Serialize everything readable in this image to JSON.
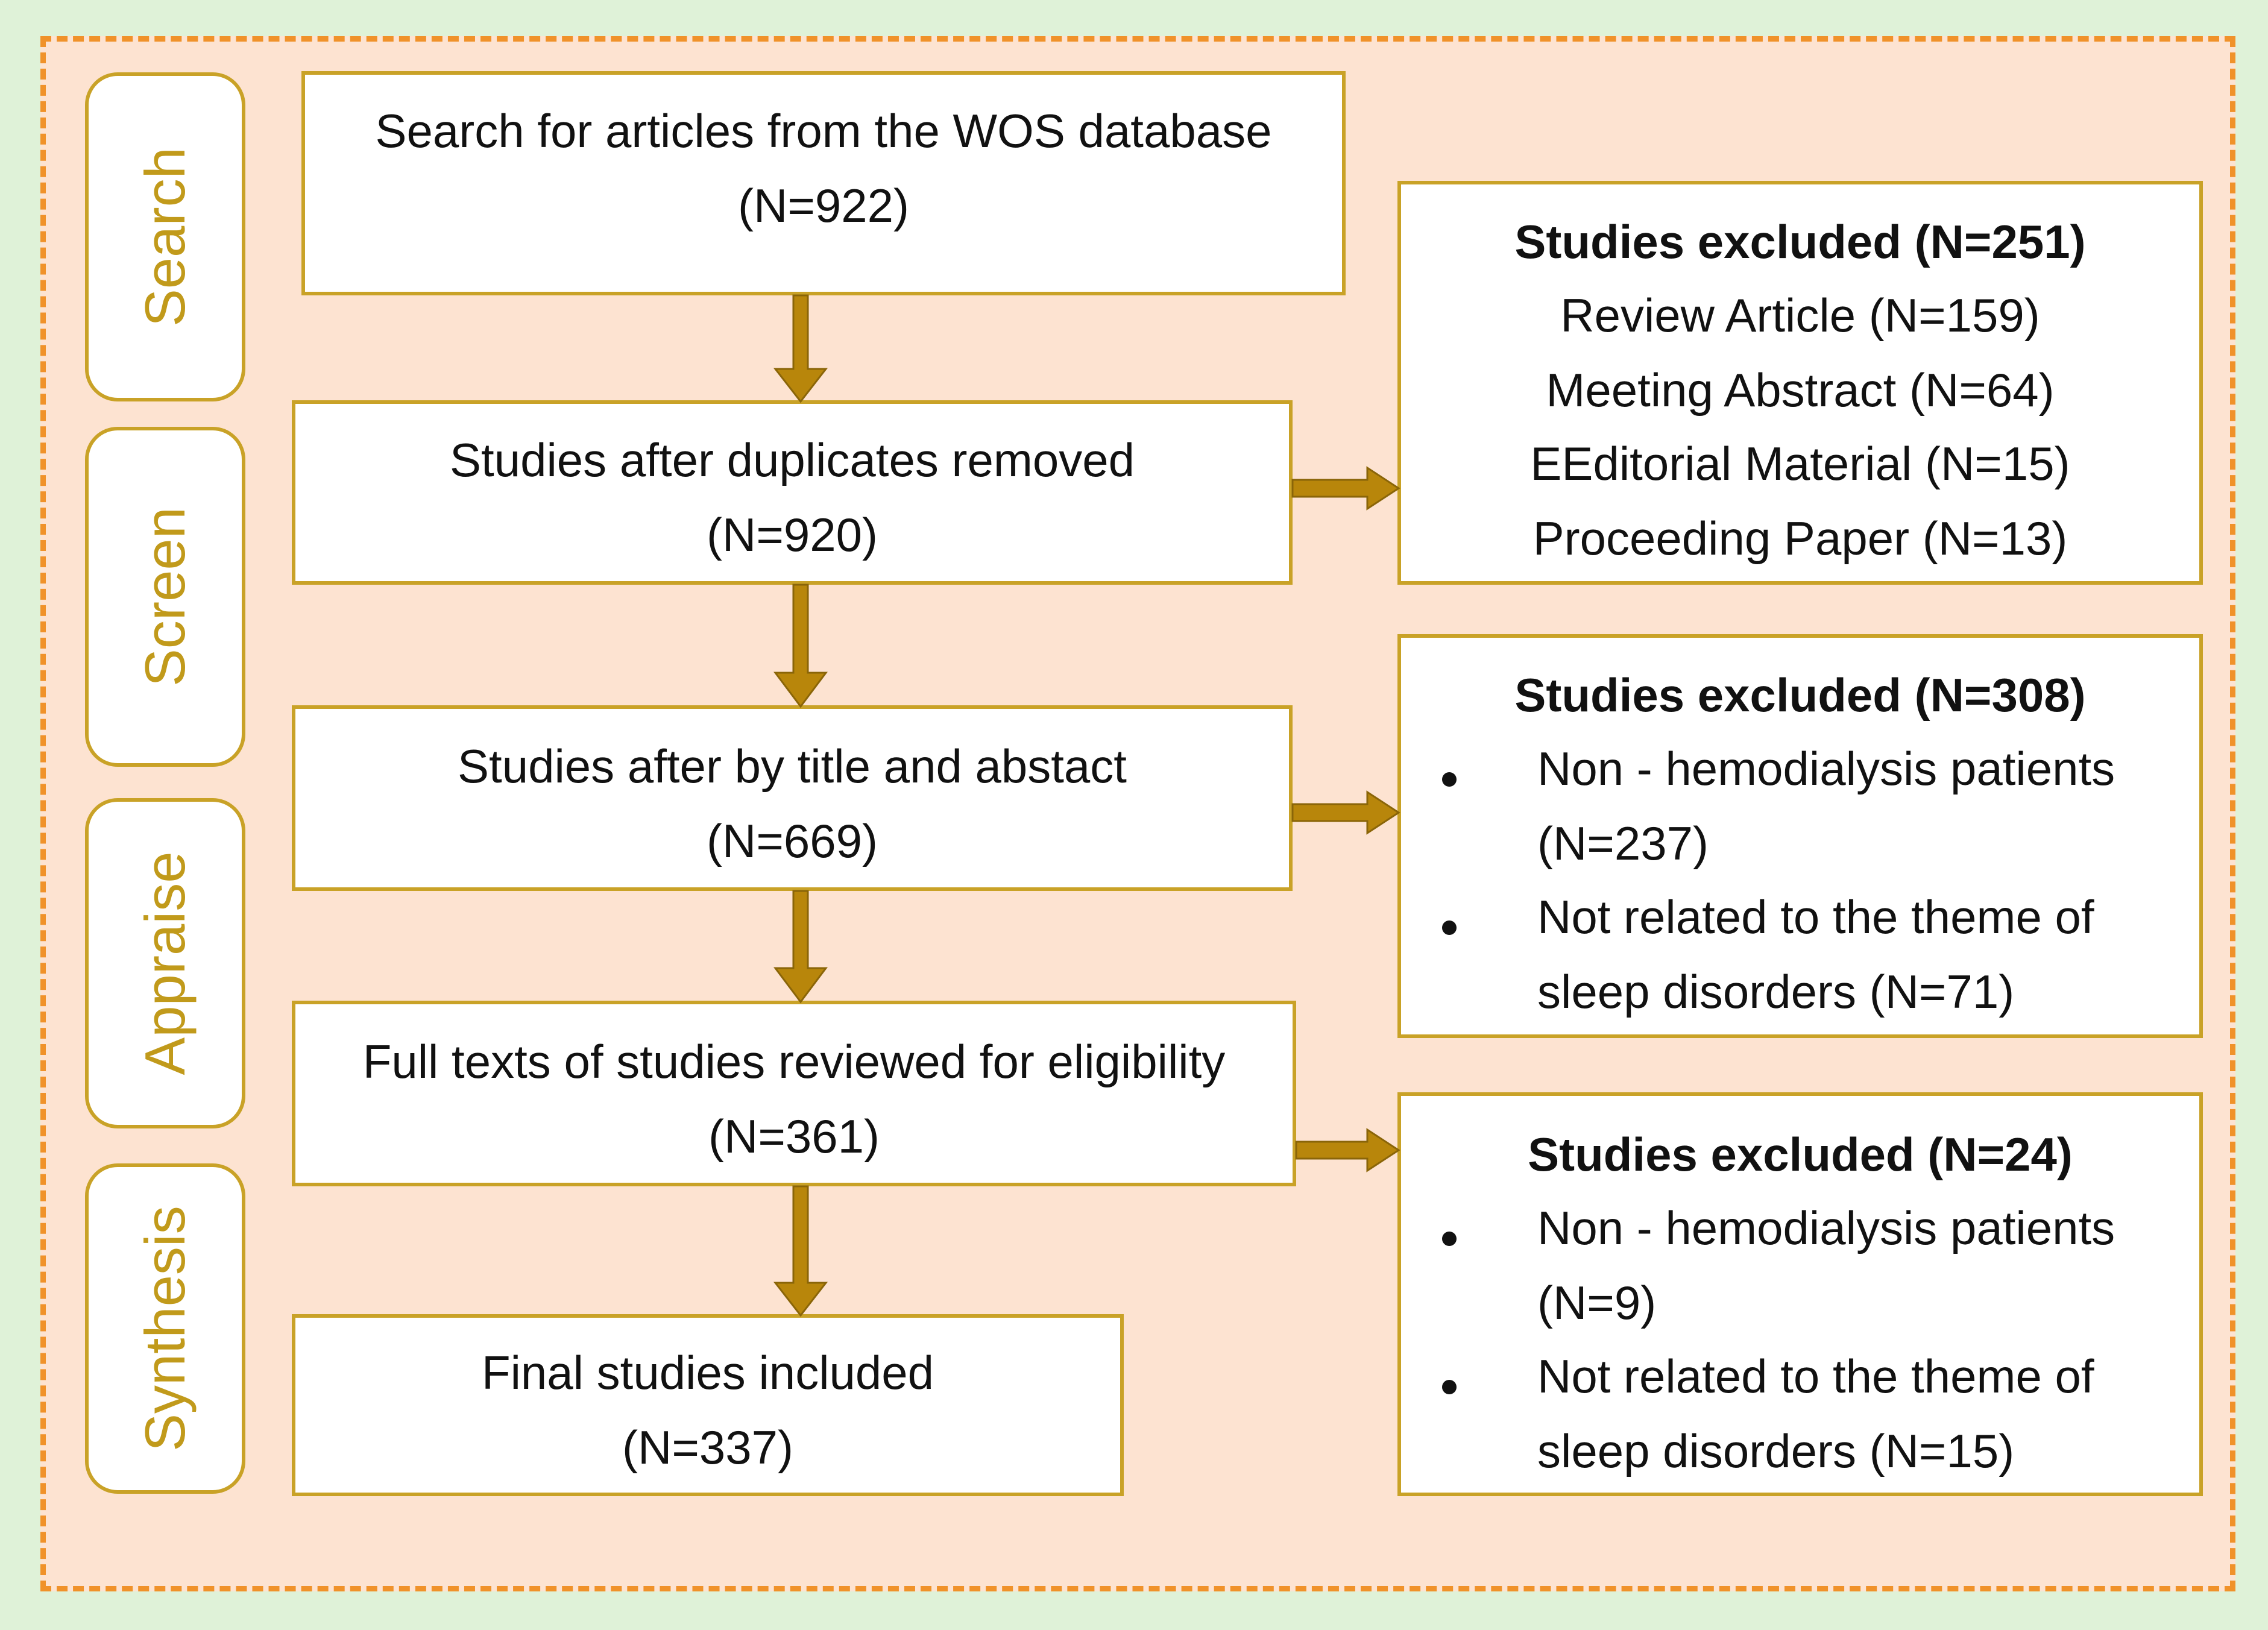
{
  "stages": [
    {
      "id": "search",
      "label": "Search"
    },
    {
      "id": "screen",
      "label": "Screen"
    },
    {
      "id": "appraise",
      "label": "Appraise"
    },
    {
      "id": "synthesis",
      "label": "Synthesis"
    }
  ],
  "main_boxes": [
    {
      "id": "search",
      "title": "Search for articles from the WOS database",
      "count": "(N=922)"
    },
    {
      "id": "duplicates",
      "title": "Studies after duplicates removed",
      "count": "(N=920)"
    },
    {
      "id": "title-abstract",
      "title": "Studies after by title and abstact",
      "count": "(N=669)"
    },
    {
      "id": "full-text",
      "title": "Full texts of studies reviewed for eligibility",
      "count": "(N=361)"
    },
    {
      "id": "final",
      "title": "Final studies included",
      "count": "(N=337)"
    }
  ],
  "exclusion_boxes": [
    {
      "heading": "Studies excluded (N=251)",
      "items": [
        "Review Article (N=159)",
        "Meeting Abstract (N=64)",
        "EEditorial Material (N=15)",
        "Proceeding Paper (N=13)"
      ]
    },
    {
      "heading": "Studies excluded (N=308)",
      "bullets": [
        {
          "line1": "Non - hemodialysis patients",
          "line2": "(N=237)"
        },
        {
          "line1": "Not related to the theme of",
          "line2": "sleep disorders (N=71)"
        }
      ]
    },
    {
      "heading": "Studies excluded (N=24)",
      "bullets": [
        {
          "line1": "Non - hemodialysis patients",
          "line2": "(N=9)"
        },
        {
          "line1": "Not related to the theme of",
          "line2": "sleep disorders (N=15)"
        }
      ]
    }
  ],
  "colors": {
    "outer_background": "#dff2d8",
    "panel_background": "#fde3d1",
    "dashed_border": "#f0922a",
    "box_border": "#c9a227",
    "stage_text": "#c19a1b",
    "arrow_fill": "#b8860b"
  }
}
